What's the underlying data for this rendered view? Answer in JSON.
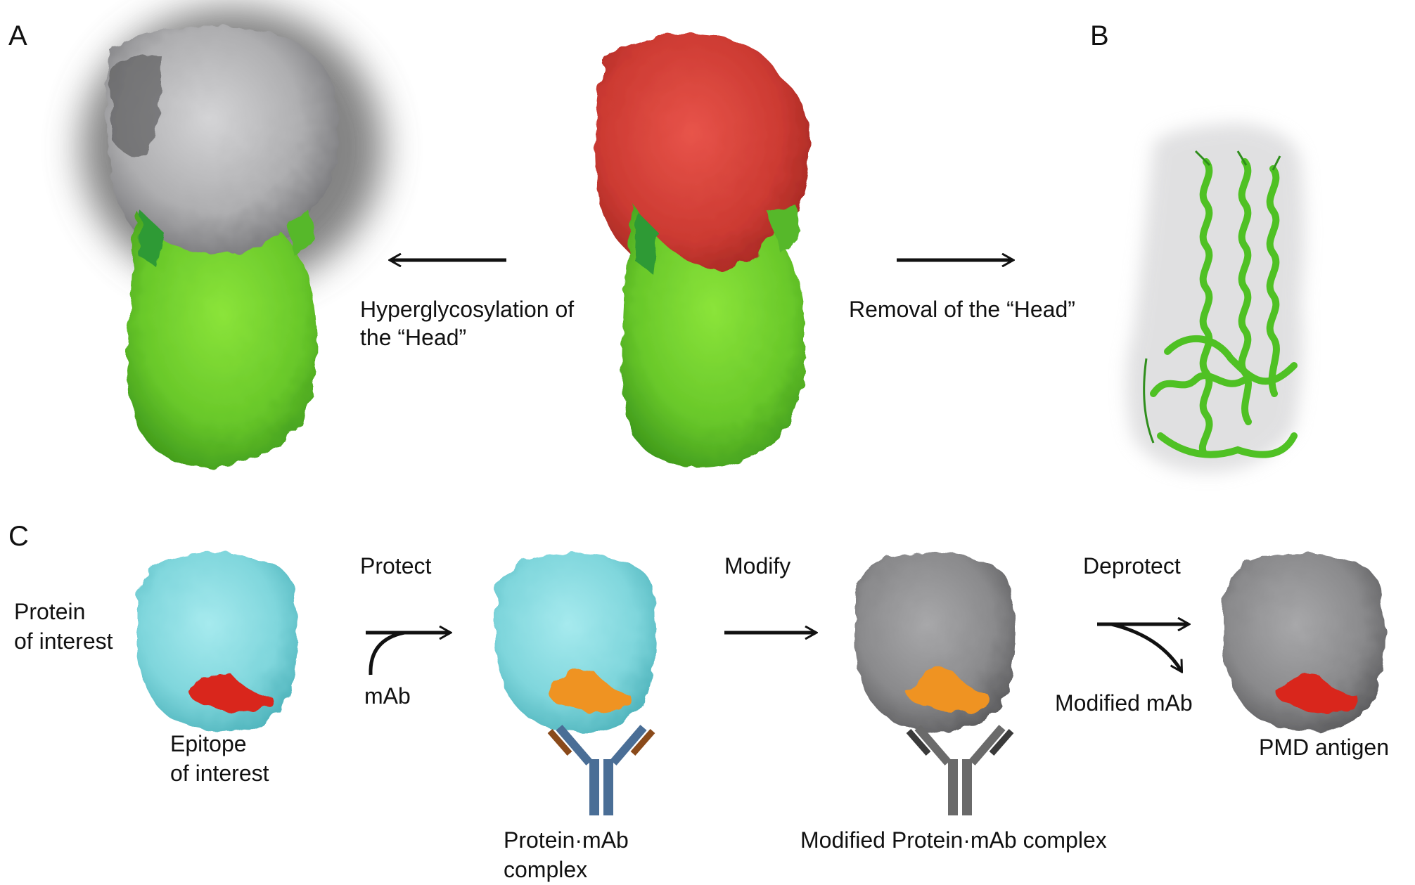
{
  "panels": {
    "a": "A",
    "b": "B",
    "c": "C"
  },
  "top_row": {
    "left_caption": [
      "Hyperglycosylation of",
      "the “Head”"
    ],
    "right_caption": "Removal of the “Head”"
  },
  "bottom_row": {
    "protein_label": [
      "Protein",
      "of interest"
    ],
    "epitope_label": [
      "Epitope",
      "of interest"
    ],
    "step1": "Protect",
    "step1_reagent": "mAb",
    "complex_label": [
      "Protein·mAb",
      "complex"
    ],
    "step2": "Modify",
    "modified_complex_label": "Modified Protein·mAb complex",
    "step3": "Deprotect",
    "step3_byproduct": "Modified mAb",
    "result_label": "PMD antigen"
  },
  "colors": {
    "glycan_grey": "#b8b8ba",
    "head_red": "#d43a33",
    "stem_green": "#6fcf2a",
    "stem_dark_green": "#2f9a35",
    "protein_cyan": "#7ed8de",
    "epitope_red": "#d9261c",
    "bound_epitope_orange": "#ef9320",
    "modified_grey": "#8c8c8e",
    "antibody_blue": "#4a6e96",
    "antibody_brown": "#8a4a1a",
    "antibody_grey": "#6a6a6a"
  }
}
